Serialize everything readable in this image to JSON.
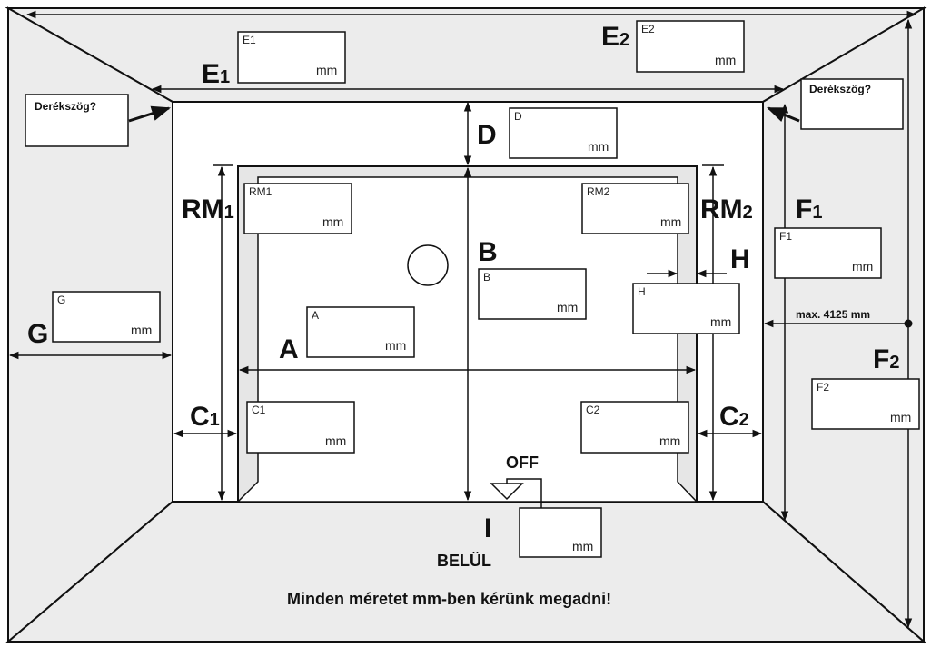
{
  "labels": {
    "E1": "E1",
    "E2": "E2",
    "D": "D",
    "RM1": "RM1",
    "RM2": "RM2",
    "B": "B",
    "H": "H",
    "A": "A",
    "G": "G",
    "C1": "C1",
    "C2": "C2",
    "F1": "F1",
    "F2": "F2",
    "I": "I"
  },
  "boxes": {
    "E1": {
      "label": "E1",
      "unit": "mm"
    },
    "E2": {
      "label": "E2",
      "unit": "mm"
    },
    "D": {
      "label": "D",
      "unit": "mm"
    },
    "RM1": {
      "label": "RM1",
      "unit": "mm"
    },
    "RM2": {
      "label": "RM2",
      "unit": "mm"
    },
    "B": {
      "label": "B",
      "unit": "mm"
    },
    "H": {
      "label": "H",
      "unit": "mm"
    },
    "A": {
      "label": "A",
      "unit": "mm"
    },
    "G": {
      "label": "G",
      "unit": "mm"
    },
    "C1": {
      "label": "C1",
      "unit": "mm"
    },
    "C2": {
      "label": "C2",
      "unit": "mm"
    },
    "F1": {
      "label": "F1",
      "unit": "mm"
    },
    "F2": {
      "label": "F2",
      "unit": "mm"
    },
    "I": {
      "label": "",
      "unit": "mm"
    }
  },
  "notes": {
    "right_angle_left": "Derékszög?",
    "right_angle_right": "Derékszög?",
    "max": "max. 4125 mm",
    "off": "OFF",
    "inside": "BELÜL",
    "footer": "Minden méretet mm-ben kérünk megadni!"
  }
}
